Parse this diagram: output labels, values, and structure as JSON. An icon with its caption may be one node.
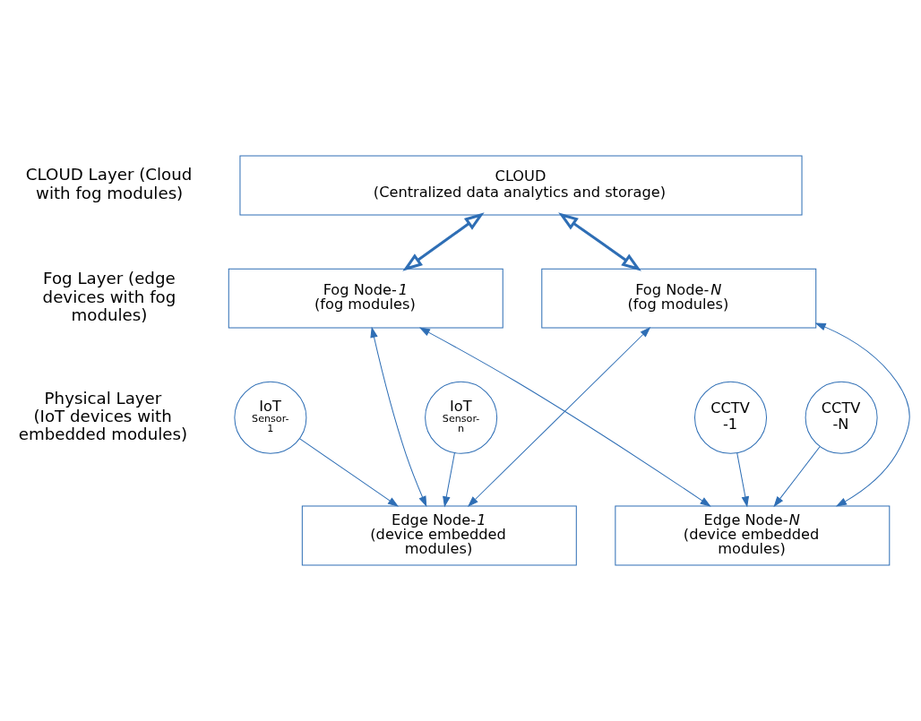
{
  "diagram": {
    "nodes": [
      {
        "text": [
          "CLOUD",
          "(Centralized data analytics and storage)"
        ]
      },
      {
        "text": [
          "Fog Node-*1*",
          "(fog modules)"
        ]
      },
      {
        "text": [
          "Fog Node-*N*",
          "(fog modules)"
        ]
      },
      {
        "text": [
          "Edge Node-*1*",
          "(device embedded modules)"
        ]
      },
      {
        "text": [
          "Edge Node-*N*",
          "(device embedded modules)"
        ]
      },
      {
        "text": [
          "IoT",
          "Sensor- 1"
        ]
      },
      {
        "text": [
          "IoT",
          "Sensor- n"
        ]
      },
      {
        "text": [
          "CCTV -1"
        ]
      },
      {
        "text": [
          "CCTV -N"
        ]
      }
    ],
    "edges": [
      {
        "from": 0,
        "to": 1,
        "arrow": "both",
        "style": "thick"
      },
      {
        "from": 0,
        "to": 2,
        "arrow": "both",
        "style": "thick"
      },
      {
        "from": 1,
        "to": 3,
        "arrow": "both"
      },
      {
        "from": 1,
        "to": 4,
        "arrow": "both"
      },
      {
        "from": 2,
        "to": 3,
        "arrow": "both"
      },
      {
        "from": 2,
        "to": 4,
        "arrow": "both"
      },
      {
        "from": 5,
        "to": 3,
        "arrow": "to"
      },
      {
        "from": 6,
        "to": 3,
        "arrow": "to"
      },
      {
        "from": 7,
        "to": 4,
        "arrow": "to"
      },
      {
        "from": 8,
        "to": 4,
        "arrow": "to"
      }
    ],
    "labels": [
      "CLOUD Layer (Cloud with fog modules)",
      "Fog Layer (edge devices with fog modules)",
      "Physical Layer (IoT devices with embedded modules)"
    ]
  }
}
